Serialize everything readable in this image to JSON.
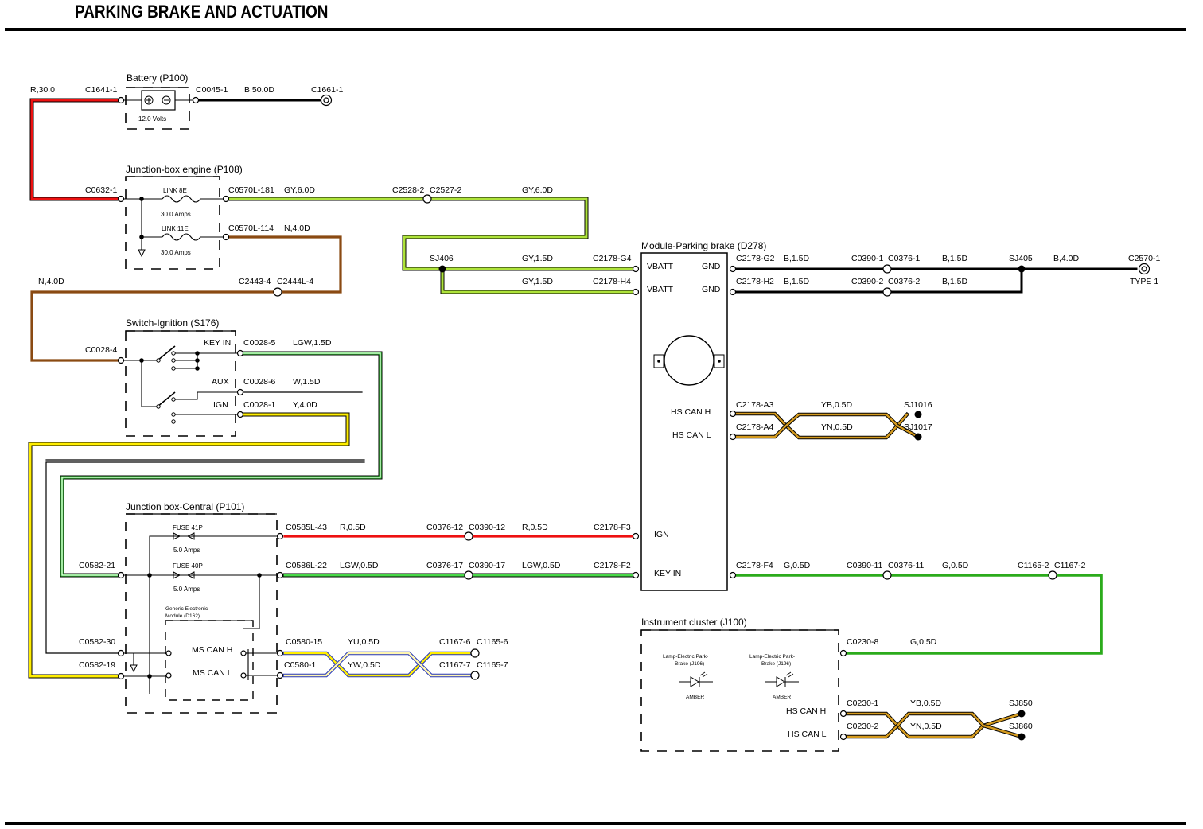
{
  "header": {
    "title": "PARKING BRAKE AND ACTUATION"
  },
  "colors": {
    "red": "#ee1111",
    "black": "#000000",
    "brown": "#8a4a12",
    "green_yellow": "#aee33a",
    "yellow": "#ffee00",
    "light_green": "#48d848",
    "green": "#2bab1b",
    "orange_brown": "#d49a1e",
    "blue": "#2233bb"
  },
  "components": {
    "battery": {
      "name": "Battery (P100)",
      "voltage": "12.0 Volts"
    },
    "jbox_engine": {
      "name": "Junction-box engine (P108)",
      "link1": "LINK 8E",
      "amps1": "30.0 Amps",
      "link2": "LINK 11E",
      "amps2": "30.0 Amps"
    },
    "switch_ign": {
      "name": "Switch-Ignition (S176)",
      "pos1": "KEY IN",
      "pos2": "AUX",
      "pos3": "IGN"
    },
    "jbox_central": {
      "name": "Junction box-Central (P101)",
      "fuse1": "FUSE 41P",
      "amps1": "5.0 Amps",
      "fuse2": "FUSE 40P",
      "amps2": "5.0 Amps",
      "gem_line1": "Generic Electronic",
      "gem_line2": "Module (D162)",
      "ms_can_h": "MS CAN H",
      "ms_can_l": "MS CAN L"
    },
    "module_pb": {
      "name": "Module-Parking brake (D278)",
      "vbatt1": "VBATT",
      "vbatt2": "VBATT",
      "gnd1": "GND",
      "gnd2": "GND",
      "hs_can_h": "HS CAN H",
      "hs_can_l": "HS CAN L",
      "ign": "IGN",
      "key_in": "KEY IN"
    },
    "cluster": {
      "name": "Instrument cluster (J100)",
      "lamp1_l1": "Lamp-Electric Park-",
      "lamp1_l2": "Brake (J196)",
      "lamp1_color": "AMBER",
      "lamp2_l1": "Lamp-Electric Park-",
      "lamp2_l2": "Brake (J196)",
      "lamp2_color": "AMBER",
      "hs_can_h": "HS CAN H",
      "hs_can_l": "HS CAN L"
    }
  },
  "labels": {
    "bat_wire": "R,30.0",
    "c1641": "C1641-1",
    "c0045": "C0045-1",
    "bat_gnd_wire": "B,50.0D",
    "c1661": "C1661-1",
    "c0632": "C0632-1",
    "c0570_181": "C0570L-181",
    "gy6_1": "GY,6.0D",
    "c2528": "C2528-2",
    "c2527": "C2527-2",
    "gy6_2": "GY,6.0D",
    "c0570_114": "C0570L-114",
    "n4_1": "N,4.0D",
    "c2443": "C2443-4",
    "c2444": "C2444L-4",
    "n4_2": "N,4.0D",
    "sj406": "SJ406",
    "gy15_1": "GY,1.5D",
    "c2178_g4": "C2178-G4",
    "gy15_2": "GY,1.5D",
    "c2178_h4": "C2178-H4",
    "c2178_g2": "C2178-G2",
    "b15_1": "B,1.5D",
    "c0390_1": "C0390-1",
    "c0376_1": "C0376-1",
    "b15_2": "B,1.5D",
    "sj405": "SJ405",
    "b4": "B,4.0D",
    "c2570": "C2570-1",
    "type1": "TYPE 1",
    "c2178_h2": "C2178-H2",
    "b15_3": "B,1.5D",
    "c0390_2": "C0390-2",
    "c0376_2": "C0376-2",
    "b15_4": "B,1.5D",
    "c0028_4": "C0028-4",
    "c0028_5": "C0028-5",
    "lgw15": "LGW,1.5D",
    "c0028_6": "C0028-6",
    "w15": "W,1.5D",
    "c0028_1": "C0028-1",
    "y4": "Y,4.0D",
    "c2178_a3": "C2178-A3",
    "yb05_1": "YB,0.5D",
    "sj1016": "SJ1016",
    "c2178_a4": "C2178-A4",
    "yn05_1": "YN,0.5D",
    "sj1017": "SJ1017",
    "c0585": "C0585L-43",
    "r05_1": "R,0.5D",
    "c0376_12": "C0376-12",
    "c0390_12": "C0390-12",
    "r05_2": "R,0.5D",
    "c2178_f3": "C2178-F3",
    "c0582_21": "C0582-21",
    "c0586": "C0586L-22",
    "lgw05_1": "LGW,0.5D",
    "c0376_17": "C0376-17",
    "c0390_17": "C0390-17",
    "lgw05_2": "LGW,0.5D",
    "c2178_f2": "C2178-F2",
    "c2178_f4": "C2178-F4",
    "g05_1": "G,0.5D",
    "c0390_11": "C0390-11",
    "c0376_11": "C0376-11",
    "g05_2": "G,0.5D",
    "c1165_2": "C1165-2",
    "c1167_2": "C1167-2",
    "c0582_30": "C0582-30",
    "c0582_19": "C0582-19",
    "c0580_15": "C0580-15",
    "yu05": "YU,0.5D",
    "c1167_6": "C1167-6",
    "c1165_6": "C1165-6",
    "c0580_1": "C0580-1",
    "yw05": "YW,0.5D",
    "c1167_7": "C1167-7",
    "c1165_7": "C1165-7",
    "c0230_8": "C0230-8",
    "g05_3": "G,0.5D",
    "c0230_1": "C0230-1",
    "yb05_2": "YB,0.5D",
    "sj850": "SJ850",
    "c0230_2": "C0230-2",
    "yn05_2": "YN,0.5D",
    "sj860": "SJ860"
  }
}
